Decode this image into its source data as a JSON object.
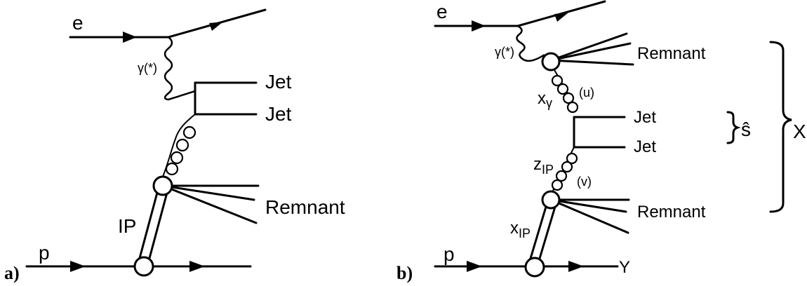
{
  "panels": {
    "a": {
      "label": "a)",
      "electron": "e",
      "photon": "γ(*)",
      "jet1": "Jet",
      "jet2": "Jet",
      "pomeron": "IP",
      "remnant": "Remnant",
      "proton": "p"
    },
    "b": {
      "label": "b)",
      "electron": "e",
      "photon": "γ(*)",
      "photon_remnant": "Remnant",
      "x_gamma": "x",
      "x_gamma_sub": "γ",
      "u": "(u)",
      "jet1": "Jet",
      "jet2": "Jet",
      "z_p": "z",
      "z_p_sub": "IP",
      "v": "(v)",
      "proton_remnant": "Remnant",
      "x_p": "x",
      "x_p_sub": "IP",
      "proton": "p",
      "Y": "Y",
      "s_hat": "ŝ",
      "X": "X"
    }
  }
}
